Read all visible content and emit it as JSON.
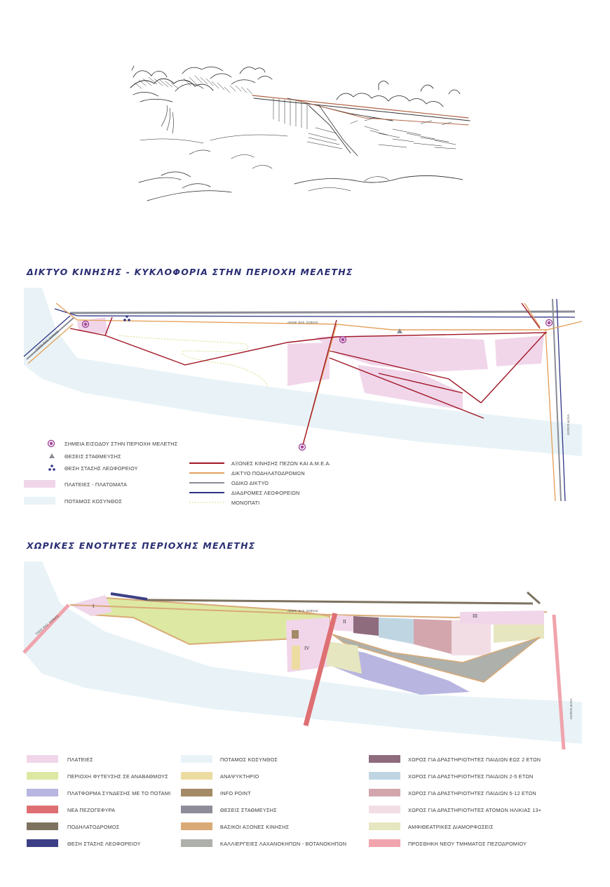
{
  "colors": {
    "river": "#e9f3f7",
    "plaza": "#f1d6ea",
    "pedestrian": "#a01625",
    "bike": "#e4a25e",
    "road": "#8a8d96",
    "bus": "#2f3585",
    "path": "#dfe49a",
    "entrance": "#a14a9a",
    "title": "#2a2e72",
    "planting": "#dde9a3",
    "platform": "#b8b5e0",
    "bridge": "#de6f73",
    "bikezone": "#7c725f",
    "busstop": "#3d3f86",
    "kiosk": "#eddca2",
    "info": "#a48a66",
    "parking": "#8f8c9a",
    "main_axis": "#d9aa76",
    "gardens": "#aeb0ab",
    "kids02": "#8f6b7e",
    "kids25": "#bfd6e2",
    "kids512": "#d3a6ae",
    "teens": "#f3dde5",
    "amphi": "#e6e6c0",
    "sidewalk": "#f0a4ad"
  },
  "map1": {
    "title": "ΔΙΚΤΥΟ ΚΙΝΗΣΗΣ - ΚΥΚΛΟΦΟΡΙΑ ΣΤΗΝ ΠΕΡΙΟΧΗ ΜΕΛΕΤΗΣ",
    "street_top": "ΛΕΩΦ. ΒΑΣ. ΣΟΦΙΑΣ",
    "street_left": "ΟΔΟΣ ΒΑΣ. ΣΟΦΙΑΣ",
    "street_right": "ΛΟΦΟΣ ΔΟΞΑ",
    "legend_left": [
      {
        "icon": "entrance-point-icon",
        "label": "ΣΗΜΕΙΑ ΕΙΣΟΔΟΥ ΣΤΗΝ ΠΕΡΙΟΧΗ ΜΕΛΕΤΗΣ"
      },
      {
        "icon": "parking-triangle-icon",
        "label": "ΘΕΣΕΙΣ ΣΤΑΘΜΕΥΣΗΣ"
      },
      {
        "icon": "bus-stop-icon",
        "label": "ΘΕΣΗ ΣΤΑΣΗΣ ΛΕΩΦΟΡΕΙΟΥ"
      },
      {
        "icon": "plaza-swatch",
        "label": "ΠΛΑΤΕΙΕΣ - ΠΛΑΤΩΜΑΤΑ"
      },
      {
        "icon": "river-swatch",
        "label": "ΠΟΤΑΜΟΣ ΚΟΣΥΝΘΟΣ"
      }
    ],
    "legend_lines": [
      {
        "label": "ΑΞΟΝΕΣ ΚΙΝΗΣΗΣ ΠΕΖΩΝ ΚΑΙ Α.Μ.Ε.Α."
      },
      {
        "label": "ΔΙΚΤΥΟ ΠΟΔΗΛΑΤΟΔΡΟΜΩΝ"
      },
      {
        "label": "ΟΔΙΚΟ ΔΙΚΤΥΟ"
      },
      {
        "label": "ΔΙΑΔΡΟΜΕΣ ΛΕΩΦΟΡΕΙΩΝ"
      },
      {
        "label": "ΜΟΝΟΠΑΤΙ"
      }
    ]
  },
  "map2": {
    "title": "ΧΩΡΙΚΕΣ ΕΝΟΤΗΤΕΣ ΠΕΡΙΟΧΗΣ ΜΕΛΕΤΗΣ",
    "street_top": "ΛΕΩΦ. ΒΑΣ. ΣΟΦΙΑΣ",
    "street_left": "ΟΔΟΣ ΒΑΣ. ΣΟΦΙΑΣ",
    "street_right": "ΛΟΦΟΣ ΔΟΞΑ",
    "zones": [
      "I",
      "II",
      "III",
      "IV"
    ],
    "legend_col1": [
      "ΠΛΑΤΕΙΕΣ",
      "ΠΕΡΙΟΧΗ ΦΥΤΕΥΣΗΣ ΣΕ ΑΝΑΒΑΘΜΟΥΣ",
      "ΠΛΑΤΦΟΡΜΑ ΣΥΝΔΕΣΗΣ ΜΕ ΤΟ ΠΟΤΑΜΙ",
      "ΝΕΑ ΠΕΖΟΓΕΦΥΡΑ",
      "ΠΟΔΗΛΑΤΟΔΡΟΜΟΣ",
      "ΘΕΣΗ ΣΤΑΣΗΣ ΛΕΩΦΟΡΕΙΟΥ"
    ],
    "legend_col2": [
      "ΠΟΤΑΜΟΣ ΚΟΣΥΝΘΟΣ",
      "ΑΝΑΨΥΚΤΗΡΙΟ",
      "INFO POINT",
      "ΘΕΣΕΙΣ ΣΤΑΘΜΕΥΣΗΣ",
      "ΒΑΣΙΚΟΙ ΑΞΟΝΕΣ ΚΙΝΗΣΗΣ",
      "ΚΑΛΛΙΕΡΓΕΙΕΣ ΛΑΧΑΝΟΚΗΠΩΝ - ΒΟΤΑΝΟΚΗΠΩΝ"
    ],
    "legend_col3": [
      "ΧΩΡΟΣ ΓΙΑ ΔΡΑΣΤΗΡΙΟΤΗΤΕΣ ΠΑΙΔΙΩΝ ΕΩΣ 2 ΕΤΩΝ",
      "ΧΩΡΟΣ ΓΙΑ ΔΡΑΣΤΗΡΙΟΤΗΤΕΣ ΠΑΙΔΙΩΝ 2-5 ΕΤΩΝ",
      "ΧΩΡΟΣ ΓΙΑ ΔΡΑΣΤΗΡΙΟΤΗΤΕΣ ΠΑΙΔΙΩΝ 5-12 ΕΤΩΝ",
      "ΧΩΡΟΣ ΓΙΑ ΔΡΑΣΤΗΡΙΟΤΗΤΕΣ ΑΤΟΜΩΝ ΗΛΙΚΙΑΣ 13+",
      "ΑΜΦΙΘΕΑΤΡΙΚΕΣ ΔΙΑΜΟΡΦΩΣΕΙΣ",
      "ΠΡΟΣΘΗΚΗ ΝΕΟΥ ΤΜΗΜΑΤΟΣ ΠΕΖΟΔΡΟΜΙΟΥ"
    ]
  }
}
